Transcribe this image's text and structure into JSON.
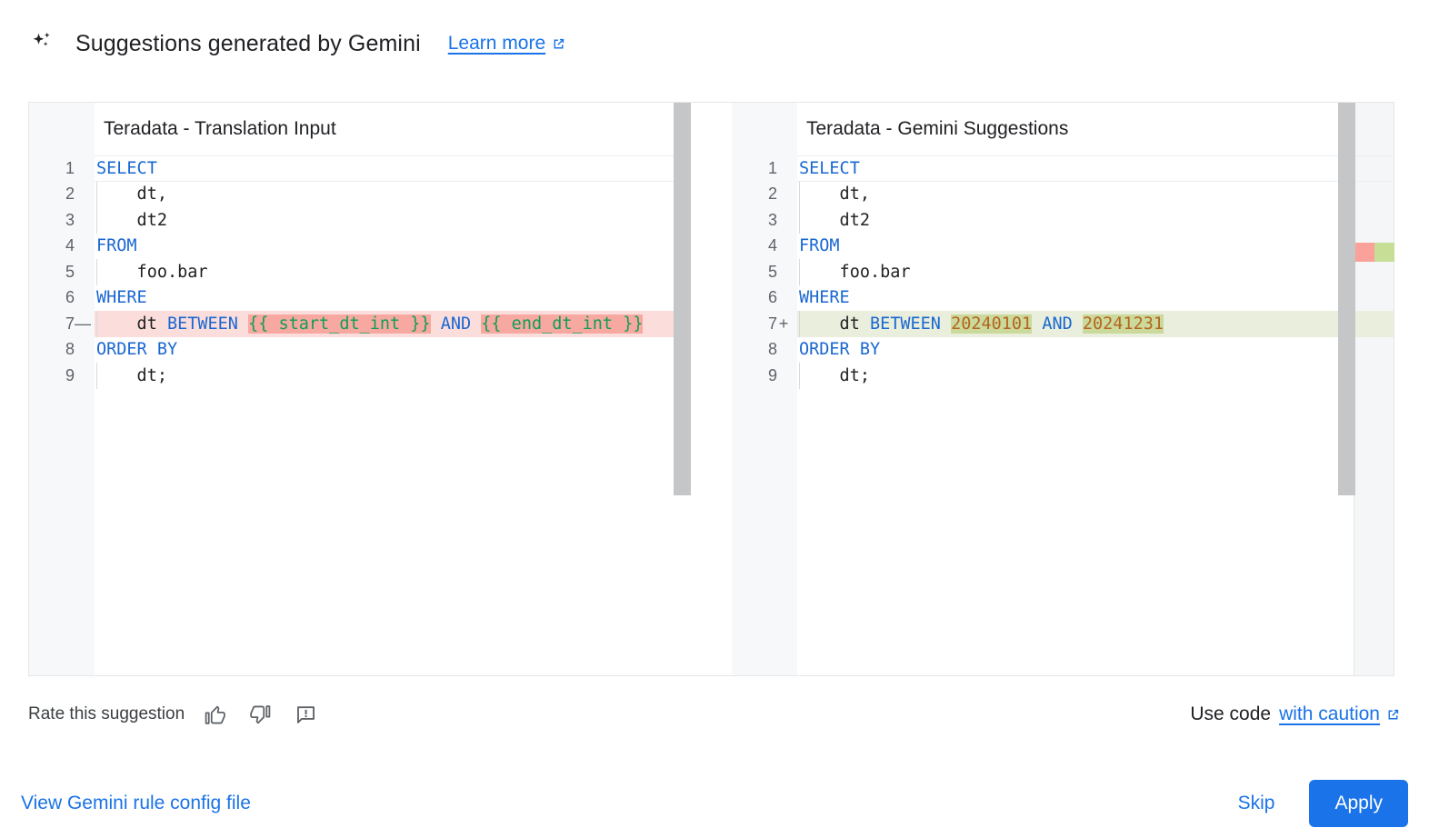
{
  "header": {
    "icon": "gemini-spark-icon",
    "title": "Suggestions generated by Gemini",
    "learn_more_label": "Learn more",
    "learn_more_icon": "open-in-new-icon"
  },
  "colors": {
    "accent_blue": "#1a73e8",
    "keyword_blue": "#1967d2",
    "diff_removed_bg": "#fbdedb",
    "diff_removed_token": "#f7a9a1",
    "diff_added_bg": "#e9efdc",
    "diff_added_token": "#cbd99c",
    "template_green": "#0f9d58",
    "number_orange": "#b5651d",
    "scrollbar_gray": "#c5c6c8"
  },
  "diff": {
    "left_pane": {
      "title": "Teradata - Translation Input",
      "lines": [
        {
          "number": "1",
          "sign": "",
          "state": "current",
          "indent": false,
          "tokens": [
            {
              "text": "SELECT",
              "type": "kw"
            }
          ]
        },
        {
          "number": "2",
          "sign": "",
          "state": "normal",
          "indent": true,
          "tokens": [
            {
              "text": "    dt,",
              "type": "plain"
            }
          ]
        },
        {
          "number": "3",
          "sign": "",
          "state": "normal",
          "indent": true,
          "tokens": [
            {
              "text": "    dt2",
              "type": "plain"
            }
          ]
        },
        {
          "number": "4",
          "sign": "",
          "state": "normal",
          "indent": false,
          "tokens": [
            {
              "text": "FROM",
              "type": "kw"
            }
          ]
        },
        {
          "number": "5",
          "sign": "",
          "state": "normal",
          "indent": true,
          "tokens": [
            {
              "text": "    foo.bar",
              "type": "plain"
            }
          ]
        },
        {
          "number": "6",
          "sign": "",
          "state": "normal",
          "indent": false,
          "tokens": [
            {
              "text": "WHERE",
              "type": "kw"
            }
          ]
        },
        {
          "number": "7",
          "sign": "—",
          "state": "removed",
          "indent": true,
          "tokens": [
            {
              "text": "    dt ",
              "type": "plain"
            },
            {
              "text": "BETWEEN",
              "type": "kw"
            },
            {
              "text": " ",
              "type": "plain"
            },
            {
              "text": "{{ start_dt_int }}",
              "type": "tmpl",
              "highlight": true
            },
            {
              "text": " ",
              "type": "plain"
            },
            {
              "text": "AND",
              "type": "kw"
            },
            {
              "text": " ",
              "type": "plain"
            },
            {
              "text": "{{ end_dt_int }}",
              "type": "tmpl",
              "highlight": true
            }
          ]
        },
        {
          "number": "8",
          "sign": "",
          "state": "normal",
          "indent": false,
          "tokens": [
            {
              "text": "ORDER BY",
              "type": "kw"
            }
          ]
        },
        {
          "number": "9",
          "sign": "",
          "state": "normal",
          "indent": true,
          "tokens": [
            {
              "text": "    dt;",
              "type": "plain"
            }
          ]
        }
      ]
    },
    "right_pane": {
      "title": "Teradata - Gemini Suggestions",
      "lines": [
        {
          "number": "1",
          "sign": "",
          "state": "current",
          "indent": false,
          "tokens": [
            {
              "text": "SELECT",
              "type": "kw"
            }
          ]
        },
        {
          "number": "2",
          "sign": "",
          "state": "normal",
          "indent": true,
          "tokens": [
            {
              "text": "    dt,",
              "type": "plain"
            }
          ]
        },
        {
          "number": "3",
          "sign": "",
          "state": "normal",
          "indent": true,
          "tokens": [
            {
              "text": "    dt2",
              "type": "plain"
            }
          ]
        },
        {
          "number": "4",
          "sign": "",
          "state": "normal",
          "indent": false,
          "tokens": [
            {
              "text": "FROM",
              "type": "kw"
            }
          ]
        },
        {
          "number": "5",
          "sign": "",
          "state": "normal",
          "indent": true,
          "tokens": [
            {
              "text": "    foo.bar",
              "type": "plain"
            }
          ]
        },
        {
          "number": "6",
          "sign": "",
          "state": "normal",
          "indent": false,
          "tokens": [
            {
              "text": "WHERE",
              "type": "kw"
            }
          ]
        },
        {
          "number": "7",
          "sign": "+",
          "state": "added",
          "indent": true,
          "tokens": [
            {
              "text": "    dt ",
              "type": "plain"
            },
            {
              "text": "BETWEEN",
              "type": "kw"
            },
            {
              "text": " ",
              "type": "plain"
            },
            {
              "text": "20240101",
              "type": "num-lit",
              "highlight": true
            },
            {
              "text": " ",
              "type": "plain"
            },
            {
              "text": "AND",
              "type": "kw"
            },
            {
              "text": " ",
              "type": "plain"
            },
            {
              "text": "20241231",
              "type": "num-lit",
              "highlight": true
            }
          ]
        },
        {
          "number": "8",
          "sign": "",
          "state": "normal",
          "indent": false,
          "tokens": [
            {
              "text": "ORDER BY",
              "type": "kw"
            }
          ]
        },
        {
          "number": "9",
          "sign": "",
          "state": "normal",
          "indent": true,
          "tokens": [
            {
              "text": "    dt;",
              "type": "plain"
            }
          ]
        }
      ]
    }
  },
  "rate": {
    "label": "Rate this suggestion",
    "thumb_up_icon": "thumb-up-icon",
    "thumb_down_icon": "thumb-down-icon",
    "feedback_icon": "feedback-icon"
  },
  "caution": {
    "prefix": "Use code",
    "link_label": "with caution",
    "link_icon": "open-in-new-icon"
  },
  "actions": {
    "config_link_label": "View Gemini rule config file",
    "skip_label": "Skip",
    "apply_label": "Apply"
  }
}
